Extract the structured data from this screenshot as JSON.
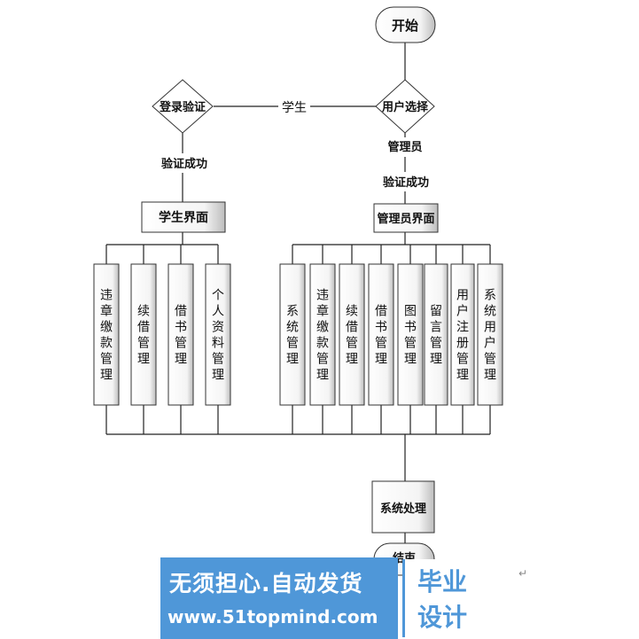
{
  "nodes": {
    "start": "开始",
    "user_choice": "用户选择",
    "login_verify": "登录验证",
    "student_ui": "学生界面",
    "admin_ui": "管理员界面",
    "system_process": "系统处理",
    "end": "结束"
  },
  "edges": {
    "student": "学生",
    "admin": "管理员",
    "verify_success_left": "验证成功",
    "verify_success_right": "验证成功"
  },
  "student_modules": [
    "违章缴款管理",
    "续借管理",
    "借书管理",
    "个人资料管理"
  ],
  "admin_modules": [
    "系统管理",
    "违章缴款管理",
    "续借管理",
    "借书管理",
    "图书管理",
    "留言管理",
    "用户注册管理",
    "系统用户管理"
  ],
  "watermark": {
    "slogan": "无须担心.自动发货",
    "url": "www.51topmind.com",
    "badge_line1": "毕业",
    "badge_line2": "设计"
  },
  "return_mark": "↵"
}
